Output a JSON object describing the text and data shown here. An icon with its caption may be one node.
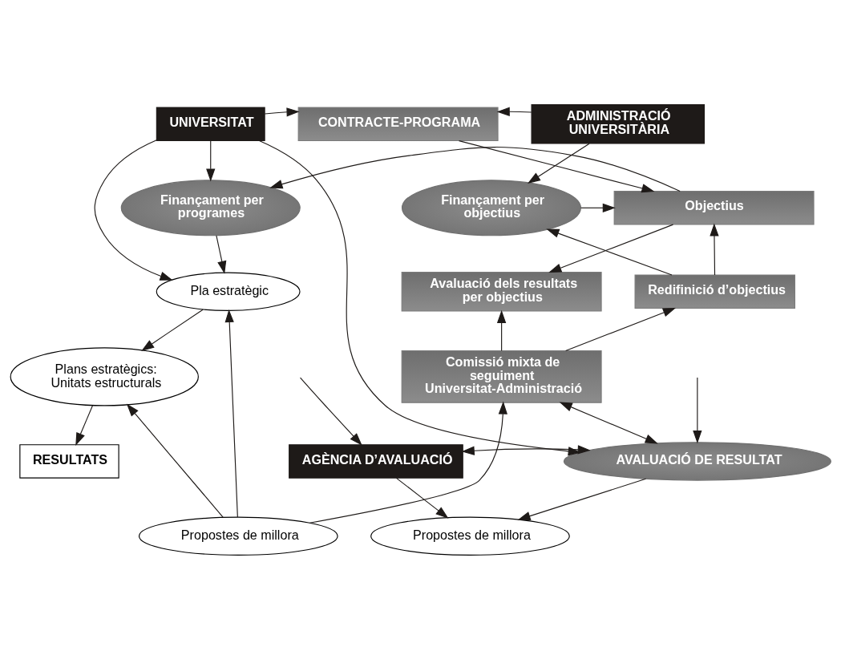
{
  "diagram": {
    "nodes": [
      {
        "text": [
          "UNIVERSITAT"
        ]
      },
      {
        "text": [
          "CONTRACTE-PROGRAMA"
        ]
      },
      {
        "text": [
          "ADMINISTRACIÓ UNIVERSITÀRIA"
        ]
      },
      {
        "text": [
          "Objectius"
        ]
      },
      {
        "text": [
          "Finançament per programes"
        ]
      },
      {
        "text": [
          "Finançament per objectius"
        ]
      },
      {
        "text": [
          "Pla estratègic"
        ]
      },
      {
        "text": [
          "Avaluació dels resultats per objectius"
        ]
      },
      {
        "text": [
          "Redifinició d’objectius"
        ]
      },
      {
        "text": [
          "Plans estratègics: Unitats estructurals"
        ]
      },
      {
        "text": [
          "Comissió mixta de seguiment Universitat-Administració"
        ]
      },
      {
        "text": [
          "Propostes de millora"
        ]
      },
      {
        "text": [
          "Propostes de millora"
        ]
      },
      {
        "text": [
          "RESULTATS"
        ]
      },
      {
        "text": [
          "AGÈNCIA D’AVALUACIÓ"
        ]
      },
      {
        "text": [
          "AVALUACIÓ DE RESULTAT"
        ]
      }
    ],
    "edges": [
      {
        "from": 0,
        "to": 1,
        "arrow": "to"
      },
      {
        "from": 2,
        "to": 1,
        "arrow": "to"
      },
      {
        "from": 1,
        "to": 3,
        "arrow": "to"
      },
      {
        "from": 0,
        "to": 4,
        "arrow": "to"
      },
      {
        "from": 3,
        "to": 4,
        "arrow": "to"
      },
      {
        "from": 2,
        "to": 5,
        "arrow": "to"
      },
      {
        "from": 5,
        "to": 3,
        "arrow": "to"
      },
      {
        "from": 8,
        "to": 3,
        "arrow": "to"
      },
      {
        "from": 8,
        "to": 5,
        "arrow": "to"
      },
      {
        "from": 4,
        "to": 6,
        "arrow": "to"
      },
      {
        "from": 0,
        "to": 6,
        "arrow": "to"
      },
      {
        "from": 6,
        "to": 9,
        "arrow": "to"
      },
      {
        "from": 3,
        "to": 7,
        "arrow": "to"
      },
      {
        "from": 10,
        "to": 7,
        "arrow": "to"
      },
      {
        "from": 10,
        "to": 8,
        "arrow": "to"
      },
      {
        "from": 11,
        "to": 6,
        "arrow": "to"
      },
      {
        "from": 11,
        "to": 9,
        "arrow": "to"
      },
      {
        "from": 11,
        "to": 10,
        "arrow": "to"
      },
      {
        "from": 9,
        "to": 13,
        "arrow": "to"
      },
      {
        "from": 10,
        "to": 15,
        "arrow": "both"
      },
      {
        "from": 15,
        "to": 12,
        "arrow": "to"
      },
      {
        "from": 14,
        "to": 12,
        "arrow": "to"
      },
      {
        "from": 15,
        "to": 14,
        "arrow": "both"
      },
      {
        "from": 0,
        "to": 15,
        "arrow": "to"
      },
      {
        "from": null,
        "to": 14,
        "arrow": "to"
      },
      {
        "from": null,
        "to": 15,
        "arrow": "to"
      }
    ]
  }
}
